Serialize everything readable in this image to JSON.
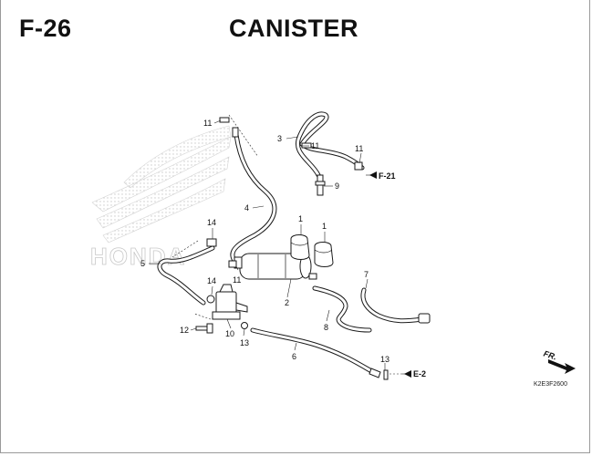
{
  "header": {
    "section_number": "F-26",
    "title": "CANISTER"
  },
  "watermark": {
    "text": "HONDA",
    "color": "#c8c8c8"
  },
  "diagram_code": "K2E3F2600",
  "front_indicator": "FR.",
  "references": {
    "ref_f21": "F-21",
    "ref_e2": "E-2"
  },
  "callouts": {
    "c1a": "1",
    "c1b": "1",
    "c2": "2",
    "c3": "3",
    "c4": "4",
    "c5": "5",
    "c6": "6",
    "c7": "7",
    "c8": "8",
    "c9": "9",
    "c10": "10",
    "c11a": "11",
    "c11b": "11",
    "c11c": "11",
    "c11d": "11",
    "c12": "12",
    "c13a": "13",
    "c13b": "13",
    "c14a": "14",
    "c14b": "14"
  }
}
